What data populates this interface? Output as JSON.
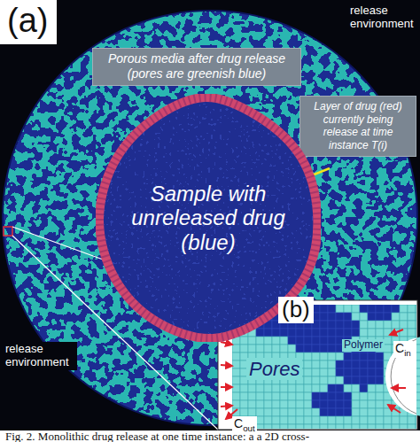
{
  "diagram": {
    "caption": "Fig. 2. Monolithic drug release at one time instance: a a 2D cross-",
    "nodes": [
      {
        "text": [
          "Porous media after drug release (pores are greenish blue)"
        ]
      },
      {
        "text": [
          "Layer of drug (red) currently being release at time instance T(i)"
        ]
      },
      {
        "text": [
          "Sample with unreleased drug (blue)"
        ]
      }
    ],
    "labels": [
      "(a)",
      "release environment",
      "release environment",
      "(b)",
      "Pores",
      "Polymer",
      "Cin",
      "Cout"
    ]
  }
}
